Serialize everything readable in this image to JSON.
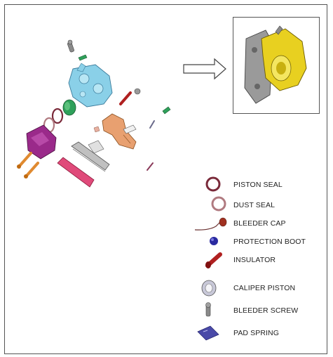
{
  "legend": {
    "piston_seal": "PISTON SEAL",
    "dust_seal": "DUST SEAL",
    "bleeder_cap": "BLEEDER CAP",
    "protection_boot": "PROTECTION BOOT",
    "insulator": "INSULATOR",
    "caliper_piston": "CALIPER PISTON",
    "bleeder_screw": "BLEEDER SCREW",
    "pad_spring": "PAD SPRING"
  },
  "colors": {
    "piston_seal": "#7a2a3a",
    "dust_seal": "#b07a80",
    "bleeder_cap": "#a03020",
    "protection_boot": "#2a2aa0",
    "insulator": "#b02020",
    "caliper_piston": "#c8c8d8",
    "bleeder_screw": "#8a8a8a",
    "pad_spring": "#4a4aa8",
    "caliper_body": "#8ad0e8",
    "caliper_bracket": "#e8a070",
    "outer_pad_cover": "#9a2a8a",
    "inner_pad_plate": "#e04a7a",
    "guide_bolt": "#e08a30",
    "assembled_caliper": "#e8d020",
    "assembled_bracket": "#9a9a9a"
  },
  "icons": [
    "piston-seal-icon",
    "dust-seal-icon",
    "bleeder-cap-icon",
    "protection-boot-icon",
    "insulator-icon",
    "caliper-piston-icon",
    "bleeder-screw-icon",
    "pad-spring-icon"
  ]
}
